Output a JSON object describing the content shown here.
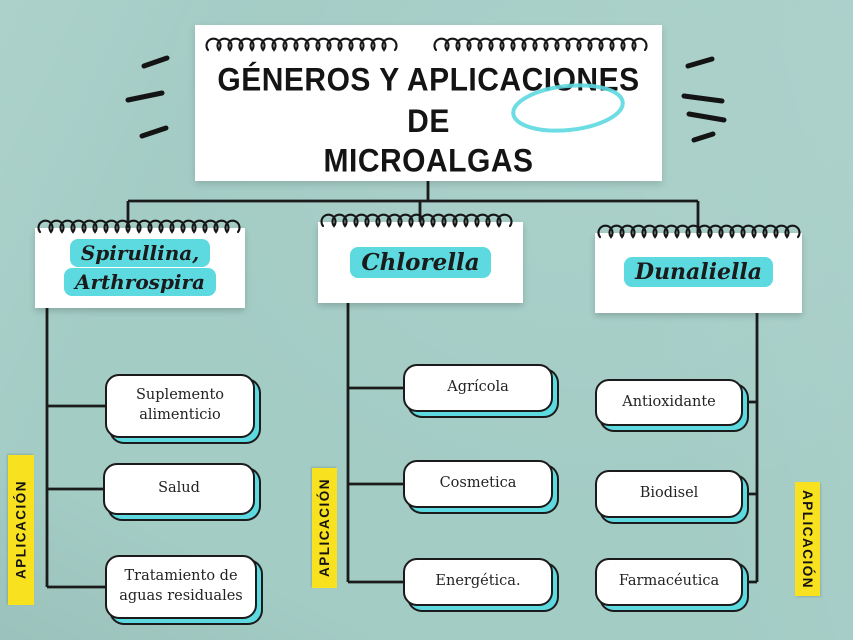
{
  "header": {
    "lines": [
      "GÉNEROS Y APLICACIONES DE",
      "MICROALGAS"
    ]
  },
  "branches": [
    {
      "name": "Spirullina, Arthrospira",
      "aplicacion_label": "APLICACIÓN",
      "items": [
        "Suplemento alimenticio",
        "Salud",
        "Tratamiento de aguas residuales"
      ]
    },
    {
      "name": "Chlorella",
      "aplicacion_label": "APLICACIÓN",
      "items": [
        "Agrícola",
        "Cosmetica",
        "Energética."
      ]
    },
    {
      "name": "Dunaliella",
      "aplicacion_label": "APLICACIÓN",
      "items": [
        "Antioxidante",
        "Biodisel",
        "Farmacéutica"
      ]
    }
  ],
  "colors": {
    "background": "#a3ccc5",
    "card": "#ffffff",
    "highlight_cyan": "#5dd9e0",
    "label_yellow": "#f8e11e",
    "ink": "#1b1b1b"
  }
}
